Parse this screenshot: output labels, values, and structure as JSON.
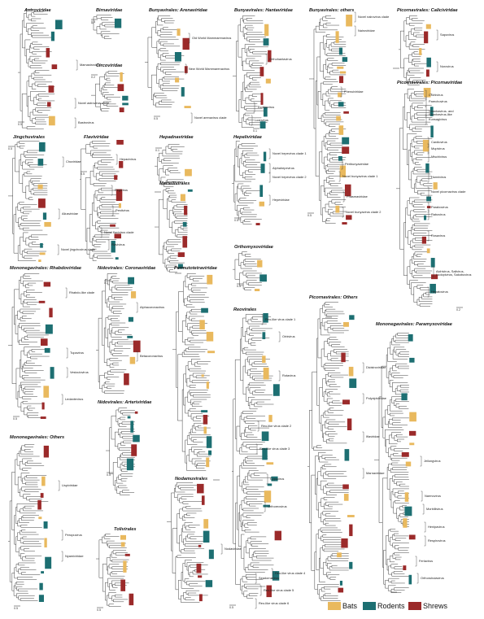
{
  "colors": {
    "bats": "#e9b95e",
    "rodents": "#1d6f72",
    "shrews": "#9b2a2a",
    "tree": "#2b2b2b"
  },
  "panels": [
    {
      "title": "Astroviridae",
      "scale": "0.5",
      "clades": [
        "Mamastrovirus",
        "Novel astrovirus clade",
        "Bastrovirus"
      ]
    },
    {
      "title": "Birnaviridae",
      "scale": "0.5",
      "clades": []
    },
    {
      "title": "Circoviridae",
      "scale": "0.2",
      "clades": []
    },
    {
      "title": "Bunyavirales: Arenaviridae",
      "scale": "0.5",
      "clades": [
        "Old World Mammarenavirus",
        "New World Mammarenavirus",
        "Novel arenavirus clade"
      ]
    },
    {
      "title": "Bunyavirales: Hantaviridae",
      "scale": "0.1",
      "clades": [
        "Orthohantavirus",
        "Thottimvirus",
        "Loanvirus"
      ]
    },
    {
      "title": "Bunyavirales: others",
      "scale": "0.5",
      "clades": [
        "Novel nairovirus clade",
        "Nairoviridae",
        "Phenuiviridae",
        "Peribunyaviridae",
        "Novel bunyavirus clade 1",
        "Phasmaviridae",
        "Novel bunyavirus clade 2"
      ]
    },
    {
      "title": "Picornavirales: Caliciviridae",
      "scale": "",
      "clades": [
        "Sapovirus",
        "Norovirus"
      ]
    },
    {
      "title": "Picornavirales: Picornaviridae",
      "scale": "0.2",
      "clades": [
        "Crohivirus",
        "Parechovirus",
        "Shanbavirus- and Shanbavirus-like",
        "Kunsagivirus",
        "Cardiovirus",
        "Mupivirus",
        "Mischivirus",
        "Hunnivirus",
        "Novel picornavirus clade",
        "Parabovirus",
        "Rabovirus",
        "Rosavirus",
        "Aichivirus, Salivirus, Ludopivirus, Sakobuvirus",
        "Hepatovirus"
      ]
    },
    {
      "title": "Jingchuvirales",
      "scale": "0.5",
      "clades": [
        "Chuviridae",
        "Aliusviridae",
        "Novel jingchuvirus clade"
      ]
    },
    {
      "title": "Flaviviridae",
      "scale": "0.5",
      "clades": [
        "Hepacivirus",
        "Pegivirus",
        "Pestivirus",
        "Novel flavivirus clade",
        "Flavivirus"
      ]
    },
    {
      "title": "Hepadnaviridae",
      "scale": "0.1",
      "clades": []
    },
    {
      "title": "Hepeliviridae",
      "scale": "0.5",
      "clades": [
        "Novel hepevirus clade 1",
        "Alphahepevirus",
        "Novel hepevirus clade 2",
        "Hepeviridae"
      ]
    },
    {
      "title": "Martellivirales",
      "scale": "",
      "clades": []
    },
    {
      "title": "Orthomyxoviridae",
      "scale": "0.5",
      "clades": []
    },
    {
      "title": "Mononegavirales: Rhabdoviridae",
      "scale": "0.5",
      "clades": [
        "Rhabdo-like clade",
        "Tupavirus",
        "Vesiculovirus",
        "Ledantevirus"
      ]
    },
    {
      "title": "Nidovirales: Coronaviridae",
      "scale": "0.1",
      "clades": [
        "Alphacoronavirus",
        "Betacoronavirus"
      ]
    },
    {
      "title": "Permutotetraviridae",
      "scale": "",
      "clades": []
    },
    {
      "title": "Reovirales",
      "scale": "0.5",
      "clades": [
        "Reo-like virus clade 1",
        "Orbivirus",
        "Rotavirus",
        "Reo-like virus clade 2",
        "Reo-like virus clade 3",
        "Cypovirus",
        "Orthoreovirus",
        "Reo-like virus clade 4",
        "Seadornavirus",
        "Reo-like virus clade 5",
        "Reo-like virus clade 6"
      ]
    },
    {
      "title": "Picornavirales: Others",
      "scale": "",
      "clades": [
        "Dicistroviridae",
        "Polycipiviridae",
        "Iflaviridae",
        "Marnaviridae"
      ]
    },
    {
      "title": "Mononegavirales: Others",
      "scale": "0.5",
      "clades": [
        "Lispiviridae",
        "Peropuvirus",
        "Nyamiviridae"
      ]
    },
    {
      "title": "Nidovirales: Arteriviridae",
      "scale": "0.5",
      "clades": []
    },
    {
      "title": "Tolivirales",
      "scale": "0.5",
      "clades": []
    },
    {
      "title": "Nodamuvirales",
      "scale": "",
      "clades": [
        "Nodaviridae"
      ]
    },
    {
      "title": "Mononegavirales: Paramyxoviridae",
      "scale": "",
      "clades": [
        "Jeilongvirus",
        "Narmovirus",
        "Morbillivirus",
        "Henipavirus",
        "Respirovirus",
        "Ferlavirus",
        "Orthorubulavirus"
      ]
    }
  ],
  "legend": [
    {
      "label": "Bats",
      "color_key": "bats"
    },
    {
      "label": "Rodents",
      "color_key": "rodents"
    },
    {
      "label": "Shrews",
      "color_key": "shrews"
    }
  ]
}
